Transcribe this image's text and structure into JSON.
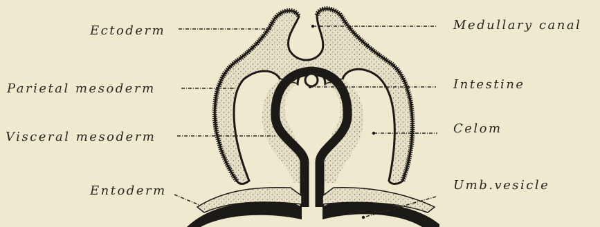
{
  "figure": {
    "colors": {
      "background": "#efe9cf",
      "ink": "#1c1a17",
      "mesoderm_fill": "#e6e0c6",
      "stipple": "#6b655a"
    },
    "labels": {
      "ectoderm": "Ectoderm",
      "parietal_mesoderm": "Parietal mesoderm",
      "visceral_mesoderm": "Visceral mesoderm",
      "entoderm": "Entoderm",
      "medullary_canal": "Medullary canal",
      "intestine": "Intestine",
      "celom": "Celom",
      "umb_vesicle": "Umb.vesicle"
    }
  }
}
